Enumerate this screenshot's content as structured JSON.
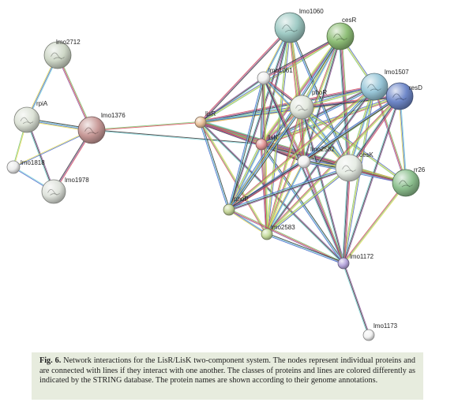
{
  "caption": {
    "label": "Fig. 6.",
    "text": " Network interactions for the LisR/LisK two-component system. The nodes represent individual proteins and are connected with lines if they interact with one another. The classes of proteins and lines are colored differently as indicated by the STRING database. The protein names are shown according to their genome annotations."
  },
  "edge_colors": [
    "#7bd3d8",
    "#3f62c9",
    "#e0d84c",
    "#77c26b",
    "#d64452",
    "#8e5a9e",
    "#2b2b2b"
  ],
  "nodes": [
    {
      "id": "lmo2712",
      "label": "lmo2712",
      "color": "#cfd8c8"
    },
    {
      "id": "rpiA",
      "label": "rpiA",
      "color": "#dde3d7"
    },
    {
      "id": "lmo1376",
      "label": "lmo1376",
      "color": "#c89a98"
    },
    {
      "id": "lmo1818",
      "label": "lmo1818",
      "color": "#ececec"
    },
    {
      "id": "lmo1978",
      "label": "lmo1978",
      "color": "#dfe3dc"
    },
    {
      "id": "lisR",
      "label": "lisR",
      "color": "#e9c19b"
    },
    {
      "id": "lisK",
      "label": "lisK",
      "color": "#e59a9a"
    },
    {
      "id": "lmo1060",
      "label": "lmo1060",
      "color": "#9fcac4"
    },
    {
      "id": "cesR",
      "label": "cesR",
      "color": "#8fbf78"
    },
    {
      "id": "lmo1061",
      "label": "lmo1061",
      "color": "#f0f0f0"
    },
    {
      "id": "phoR",
      "label": "phoR",
      "color": "#e2e8de"
    },
    {
      "id": "lmo1507",
      "label": "lmo1507",
      "color": "#98c6d8"
    },
    {
      "id": "resD",
      "label": "resD",
      "color": "#6f88c9"
    },
    {
      "id": "lmo2582",
      "label": "lmo2582",
      "color": "#f2f2f2"
    },
    {
      "id": "cesK",
      "label": "cesK",
      "color": "#e6ece4"
    },
    {
      "id": "rr26",
      "label": "rr26",
      "color": "#8dc08f"
    },
    {
      "id": "phoP",
      "label": "phoP",
      "color": "#c6d69a"
    },
    {
      "id": "lmo2583",
      "label": "lmo2583",
      "color": "#c6dc9e"
    },
    {
      "id": "lmo1172",
      "label": "lmo1172",
      "color": "#b6a6dc"
    },
    {
      "id": "lmo1173",
      "label": "lmo1173",
      "color": "#f2f2f2"
    }
  ],
  "edges": [
    [
      "lmo2712",
      "rpiA",
      3
    ],
    [
      "lmo2712",
      "lmo1376",
      3
    ],
    [
      "rpiA",
      "lmo1376",
      4
    ],
    [
      "rpiA",
      "lmo1818",
      2
    ],
    [
      "rpiA",
      "lmo1978",
      3
    ],
    [
      "lmo1376",
      "lmo1818",
      2
    ],
    [
      "lmo1376",
      "lmo1978",
      3
    ],
    [
      "lmo1818",
      "lmo1978",
      2
    ],
    [
      "lmo1376",
      "lisR",
      2
    ],
    [
      "lmo1376",
      "lisK",
      2
    ],
    [
      "lisR",
      "lisK",
      5
    ],
    [
      "lisR",
      "lmo1061",
      3
    ],
    [
      "lisR",
      "phoR",
      4
    ],
    [
      "lisR",
      "lmo1507",
      4
    ],
    [
      "lisR",
      "cesK",
      5
    ],
    [
      "lisR",
      "lmo2582",
      3
    ],
    [
      "lisR",
      "phoP",
      3
    ],
    [
      "lisR",
      "lmo2583",
      3
    ],
    [
      "lisR",
      "lmo1172",
      3
    ],
    [
      "lisR",
      "cesR",
      3
    ],
    [
      "lisR",
      "lmo1060",
      3
    ],
    [
      "lisR",
      "resD",
      3
    ],
    [
      "lisR",
      "rr26",
      3
    ],
    [
      "lisK",
      "lmo1061",
      3
    ],
    [
      "lisK",
      "phoR",
      4
    ],
    [
      "lisK",
      "lmo1507",
      4
    ],
    [
      "lisK",
      "cesK",
      5
    ],
    [
      "lisK",
      "lmo2582",
      3
    ],
    [
      "lisK",
      "phoP",
      4
    ],
    [
      "lisK",
      "lmo2583",
      3
    ],
    [
      "lisK",
      "lmo1172",
      3
    ],
    [
      "lisK",
      "cesR",
      4
    ],
    [
      "lisK",
      "lmo1060",
      3
    ],
    [
      "lisK",
      "resD",
      4
    ],
    [
      "lisK",
      "rr26",
      4
    ],
    [
      "lmo1060",
      "lmo1061",
      3
    ],
    [
      "lmo1060",
      "phoR",
      3
    ],
    [
      "lmo1060",
      "cesK",
      3
    ],
    [
      "lmo1060",
      "lmo2582",
      3
    ],
    [
      "lmo1060",
      "phoP",
      3
    ],
    [
      "lmo1060",
      "lmo2583",
      3
    ],
    [
      "cesR",
      "lmo1061",
      3
    ],
    [
      "cesR",
      "phoR",
      4
    ],
    [
      "cesR",
      "cesK",
      5
    ],
    [
      "cesR",
      "phoP",
      3
    ],
    [
      "cesR",
      "lmo2583",
      3
    ],
    [
      "cesR",
      "lmo2582",
      3
    ],
    [
      "cesR",
      "lmo1507",
      3
    ],
    [
      "lmo1061",
      "phoR",
      3
    ],
    [
      "lmo1061",
      "cesK",
      3
    ],
    [
      "lmo1061",
      "lmo2582",
      3
    ],
    [
      "lmo1061",
      "phoP",
      3
    ],
    [
      "lmo1061",
      "lmo2583",
      3
    ],
    [
      "lmo1061",
      "lmo1172",
      3
    ],
    [
      "phoR",
      "lmo1507",
      3
    ],
    [
      "phoR",
      "resD",
      3
    ],
    [
      "phoR",
      "cesK",
      4
    ],
    [
      "phoR",
      "lmo2582",
      3
    ],
    [
      "phoR",
      "phoP",
      4
    ],
    [
      "phoR",
      "lmo2583",
      3
    ],
    [
      "phoR",
      "lmo1172",
      3
    ],
    [
      "phoR",
      "rr26",
      3
    ],
    [
      "lmo1507",
      "resD",
      4
    ],
    [
      "lmo1507",
      "cesK",
      4
    ],
    [
      "lmo1507",
      "rr26",
      3
    ],
    [
      "lmo1507",
      "lmo2582",
      3
    ],
    [
      "lmo1507",
      "phoP",
      3
    ],
    [
      "lmo1507",
      "lmo2583",
      3
    ],
    [
      "lmo1507",
      "lmo1172",
      3
    ],
    [
      "resD",
      "cesK",
      4
    ],
    [
      "resD",
      "rr26",
      3
    ],
    [
      "resD",
      "lmo2582",
      3
    ],
    [
      "resD",
      "phoP",
      3
    ],
    [
      "resD",
      "lmo2583",
      3
    ],
    [
      "resD",
      "lmo1172",
      3
    ],
    [
      "lmo2582",
      "cesK",
      4
    ],
    [
      "lmo2582",
      "phoP",
      3
    ],
    [
      "lmo2582",
      "lmo2583",
      3
    ],
    [
      "lmo2582",
      "lmo1172",
      3
    ],
    [
      "lmo2582",
      "rr26",
      3
    ],
    [
      "cesK",
      "rr26",
      4
    ],
    [
      "cesK",
      "phoP",
      4
    ],
    [
      "cesK",
      "lmo2583",
      3
    ],
    [
      "cesK",
      "lmo1172",
      4
    ],
    [
      "phoP",
      "lmo2583",
      3
    ],
    [
      "phoP",
      "lmo1172",
      3
    ],
    [
      "lmo2583",
      "lmo1172",
      3
    ],
    [
      "rr26",
      "lmo1172",
      3
    ],
    [
      "lmo1172",
      "lmo1173",
      3
    ]
  ]
}
